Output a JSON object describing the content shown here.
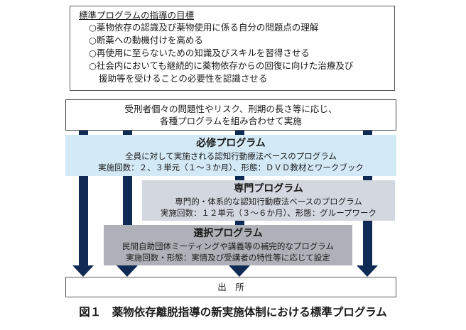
{
  "goals": {
    "title": "標準プログラムの指導の目標",
    "items": [
      "○薬物依存の認識及び薬物使用に係る自分の問題点の理解",
      "○断薬への動機付けを高める",
      "○再使用に至らないための知識及びスキルを習得させる",
      "○社会内においても継続的に薬物依存からの回復に向けた治療及び"
    ],
    "continuation": "援助等を受けることの必要性を認識させる"
  },
  "intro": {
    "line1": "受刑者個々の問題性やリスク、刑期の長さ等に応じ、",
    "line2": "各種プログラムを組み合わせて実施"
  },
  "required": {
    "title": "必修プログラム",
    "line1": "全員に対して実施される認知行動療法ベースのプログラム",
    "line2": "実施回数：２、３単元（１～３か月）、形態：ＤＶＤ教材とワークブック"
  },
  "specialized": {
    "title": "専門プログラム",
    "line1": "専門的・体系的な認知行動療法ベースのプログラム",
    "line2": "実施回数：１２単元（３～６か月）、形態：グループワーク"
  },
  "elective": {
    "title": "選択プログラム",
    "line1": "民間自助団体ミーティングや講義等の補完的なプログラム",
    "line2": "実施回数・形態：実情及び受講者の特性等に応じて設定"
  },
  "release": {
    "label": "出　所"
  },
  "caption": "図１　薬物依存離脱指導の新実施体制における標準プログラム",
  "colors": {
    "arrow": "#0f2b55",
    "required_bg": "#d3e9f6",
    "specialized_bg": "#d3d8e0",
    "elective_bg": "#aeb2b8"
  }
}
